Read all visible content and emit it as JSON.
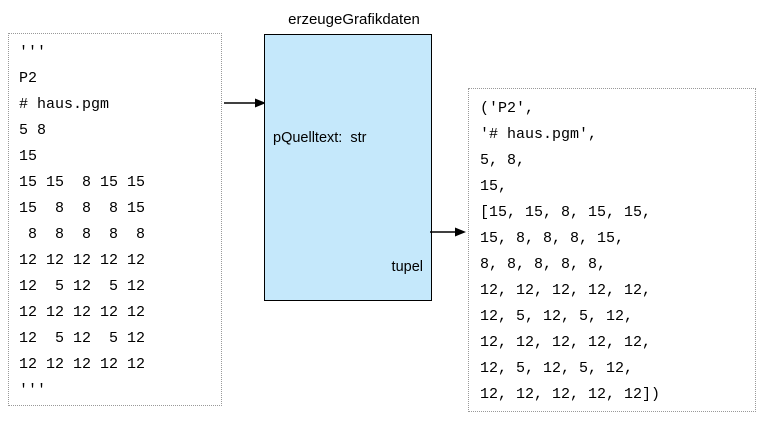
{
  "diagram": {
    "title": "erzeugeGrafikdaten",
    "process": {
      "name": "erzeugeGrafikdaten",
      "fill_color": "#c5e8fb",
      "border_color": "#000000",
      "input_port_label": "pQuelltext:  str",
      "output_port_label": "tupel"
    },
    "input": {
      "name": "pgm-source-text",
      "border_style": "dotted",
      "text": "'''\nP2\n# haus.pgm\n5 8\n15\n15 15  8 15 15\n15  8  8  8 15\n 8  8  8  8  8\n12 12 12 12 12\n12  5 12  5 12\n12 12 12 12 12\n12  5 12  5 12\n12 12 12 12 12\n'''"
    },
    "output": {
      "name": "result-tuple",
      "border_style": "dotted",
      "text": "('P2',\n'# haus.pgm',\n5, 8,\n15,\n[15, 15, 8, 15, 15,\n15, 8, 8, 8, 15,\n8, 8, 8, 8, 8,\n12, 12, 12, 12, 12,\n12, 5, 12, 5, 12,\n12, 12, 12, 12, 12,\n12, 5, 12, 5, 12,\n12, 12, 12, 12, 12])"
    },
    "arrows": [
      {
        "name": "input-arrow",
        "direction": "right"
      },
      {
        "name": "output-arrow",
        "direction": "right"
      }
    ]
  },
  "chart_data": {
    "type": "table",
    "title": "erzeugeGrafikdaten",
    "xlabel": "",
    "ylabel": "",
    "pgm_header": {
      "magic": "P2",
      "comment": "# haus.pgm",
      "width": 5,
      "height": 8,
      "maxval": 15
    },
    "pixel_rows": [
      [
        15,
        15,
        8,
        15,
        15
      ],
      [
        15,
        8,
        8,
        8,
        15
      ],
      [
        8,
        8,
        8,
        8,
        8
      ],
      [
        12,
        12,
        12,
        12,
        12
      ],
      [
        12,
        5,
        12,
        5,
        12
      ],
      [
        12,
        12,
        12,
        12,
        12
      ],
      [
        12,
        5,
        12,
        5,
        12
      ],
      [
        12,
        12,
        12,
        12,
        12
      ]
    ]
  }
}
